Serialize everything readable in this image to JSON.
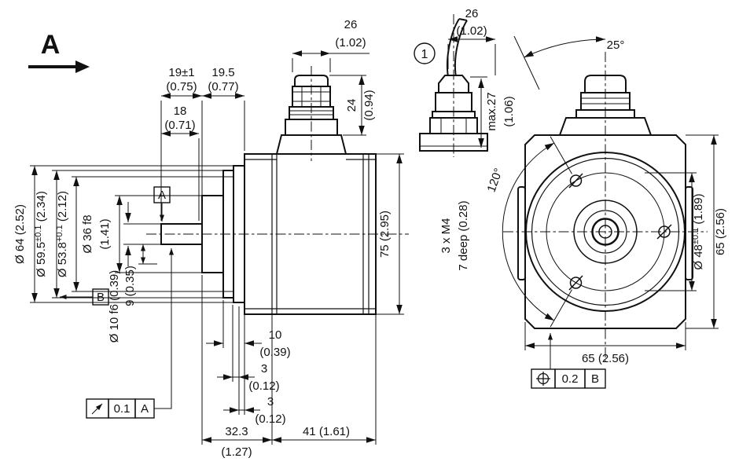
{
  "drawing": {
    "view_arrow_label": "A",
    "side": {
      "dim_26": "26",
      "dim_26_in": "(1.02)",
      "dim_19": "19±1",
      "dim_19_in": "(0.75)",
      "dim_195": "19.5",
      "dim_195_in": "(0.77)",
      "dim_18": "18",
      "dim_18_in": "(0.71)",
      "dim_24": "24",
      "dim_24_in": "(0.94)",
      "dia_64": "Ø 64 (2.52)",
      "dia_595_base": "Ø 59.5",
      "dia_595_tol": "±0.1",
      "dia_595_in": " (2.34)",
      "dia_538_base": "Ø 53.8",
      "dia_538_tol": "+0.1",
      "dia_538_in": " (2.12)",
      "dia_36": "Ø 36 f8",
      "dia_36_in": "(1.41)",
      "dia_10": "Ø 10 f6 (0.39)",
      "dim_9": "9 (0.35)",
      "dim_75": "75 (2.95)",
      "dim_10t": "10",
      "dim_10t_in": "(0.39)",
      "dim_3a": "3",
      "dim_3a_in": "(0.12)",
      "dim_3b": "3",
      "dim_3b_in": "(0.12)",
      "dim_323": "32.3",
      "dim_323_in": "(1.27)",
      "dim_41": "41 (1.61)",
      "datum_a": "A",
      "datum_b": "B",
      "runout": {
        "symbol": "runout-arrow",
        "tolerance": "0.1",
        "datum": "A"
      }
    },
    "gland": {
      "index": "1",
      "dim_26": "26",
      "dim_26_in": "(1.02)",
      "dim_27": "max.27",
      "dim_27_in": "(1.06)"
    },
    "front": {
      "angle_25": "25°",
      "angle_120": "120°",
      "thread": "3 x M4",
      "thread_depth": "7 deep (0.28)",
      "dia_48_base": "Ø 48",
      "dia_48_tol": "±0.1",
      "dia_48_in": " (1.89)",
      "dim_65_v": "65 (2.56)",
      "dim_65_h": "65 (2.56)",
      "position": {
        "symbol": "position-target",
        "tolerance": "0.2",
        "datum": "B"
      }
    }
  }
}
